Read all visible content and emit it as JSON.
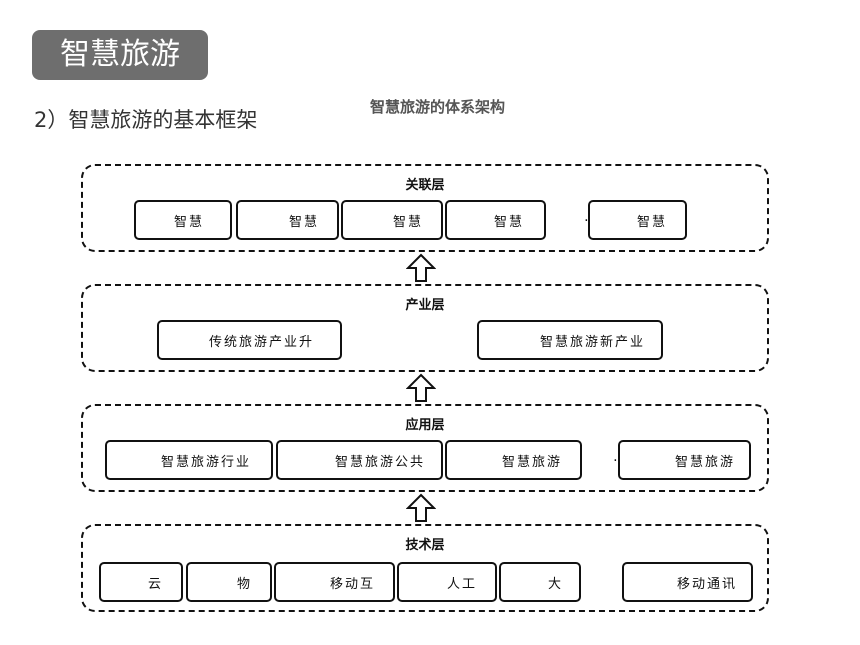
{
  "header": {
    "badge": "智慧旅游",
    "subtitle": "2）智慧旅游的基本框架"
  },
  "diagram": {
    "title": "智慧旅游的体系架构",
    "layers": {
      "association": {
        "label": "关联层",
        "boxes": [
          "智慧",
          "智慧",
          "智慧",
          "智慧",
          "智慧"
        ],
        "ellipsis": "……"
      },
      "industry": {
        "label": "产业层",
        "boxes": [
          "传统旅游产业升",
          "智慧旅游新产业"
        ]
      },
      "application": {
        "label": "应用层",
        "boxes": [
          "智慧旅游行业",
          "智慧旅游公共",
          "智慧旅游",
          "智慧旅游"
        ],
        "ellipsis": "……"
      },
      "technology": {
        "label": "技术层",
        "boxes": [
          "云",
          "物",
          "移动互",
          "人工",
          "大",
          "移动通讯"
        ],
        "ellipsis": "……"
      }
    }
  }
}
